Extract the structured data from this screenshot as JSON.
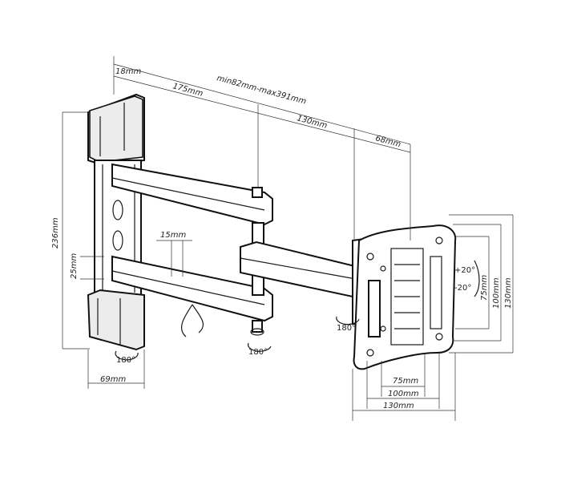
{
  "dimensions": {
    "top_wall_plate_depth": "18mm",
    "arm1_length": "175mm",
    "total_extension": "min82mm-max391mm",
    "arm2_length": "130mm",
    "head_depth": "68mm",
    "wall_plate_height": "236mm",
    "wall_plate_width": "69mm",
    "arm_thickness": "25mm",
    "arm_gap": "15mm",
    "vesa_h_75": "75mm",
    "vesa_h_100": "100mm",
    "vesa_h_130": "130mm",
    "vesa_v_75": "75mm",
    "vesa_v_100": "100mm",
    "vesa_v_130": "130mm"
  },
  "rotations": {
    "wall_swivel": "180°",
    "arm_swivel": "180°",
    "head_swivel": "180°",
    "tilt_up": "+20°",
    "tilt_down": "-20°"
  }
}
